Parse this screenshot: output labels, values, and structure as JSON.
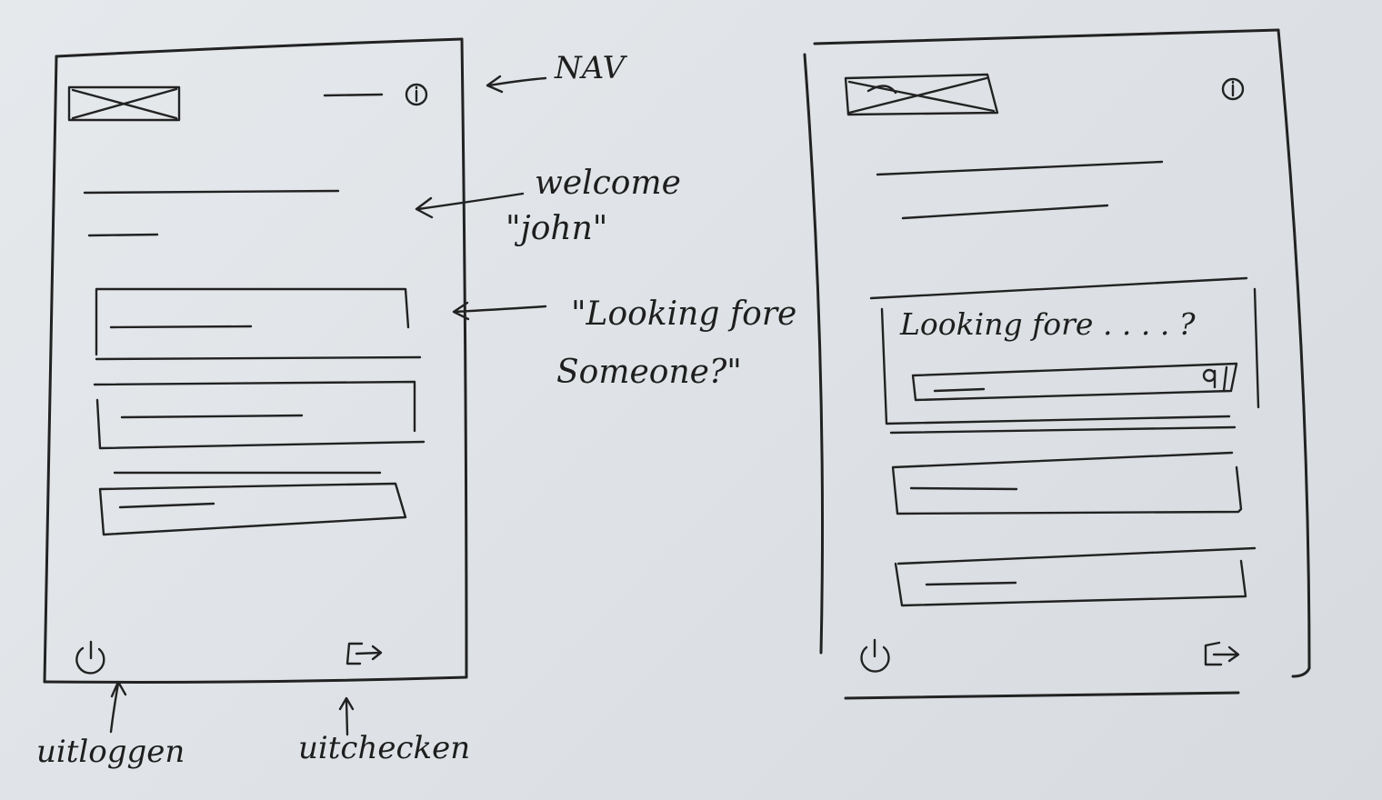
{
  "annotations": {
    "nav": "NAV",
    "welcome_line1": "welcome",
    "welcome_line2": "\"john\"",
    "looking_line1": "\"Looking fore",
    "looking_line2": "Someone?\"",
    "uitloggen": "uitloggen",
    "uitchecken": "uitchecken"
  },
  "screen2": {
    "search_heading": "Looking fore . . . . ?"
  },
  "icons": {
    "logo": "image-placeholder-icon",
    "info": "info-icon",
    "power": "power-icon",
    "logout": "logout-arrow-icon",
    "search": "search-icon"
  }
}
